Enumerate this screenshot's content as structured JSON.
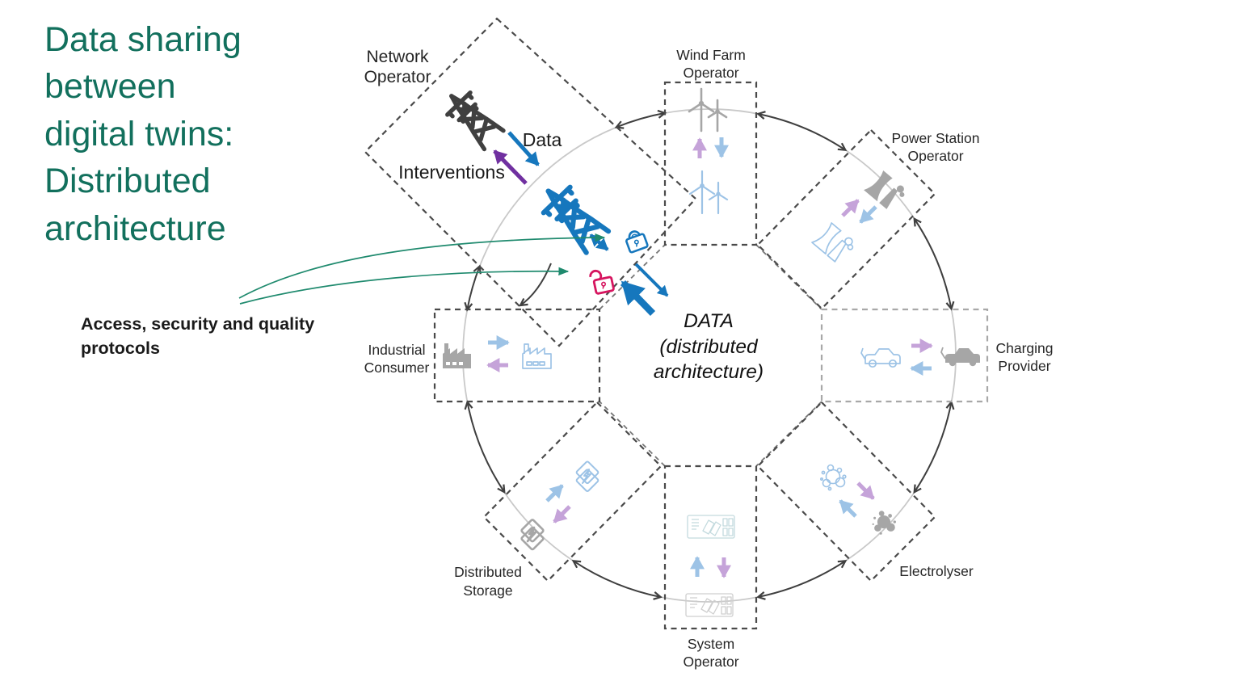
{
  "title": {
    "text": "Data sharing\nbetween\ndigital twins:\nDistributed\narchitecture"
  },
  "annotation": {
    "text": "Access, security and quality\nprotocols"
  },
  "center_label": {
    "line1": "DATA",
    "line2": "(distributed",
    "line3": "architecture)"
  },
  "network_operator": {
    "name_line1": "Network",
    "name_line2": "Operator",
    "data_label": "Data",
    "interventions_label": "Interventions"
  },
  "nodes": {
    "wind_farm_operator": {
      "line1": "Wind Farm",
      "line2": "Operator"
    },
    "power_station_operator": {
      "line1": "Power Station",
      "line2": "Operator"
    },
    "charging_provider": {
      "line1": "Charging",
      "line2": "Provider"
    },
    "electrolyser": {
      "line1": "Electrolyser"
    },
    "system_operator": {
      "line1": "System",
      "line2": "Operator"
    },
    "distributed_storage": {
      "line1": "Distributed",
      "line2": "Storage"
    },
    "industrial_consumer": {
      "line1": "Industrial",
      "line2": "Consumer"
    }
  },
  "icons": {
    "network_physical": "transmission-tower-icon",
    "network_digital": "transmission-tower-icon",
    "locks": [
      "padlock-closed-icon",
      "padlock-open-icon"
    ]
  },
  "colors": {
    "title_green": "#12705d",
    "arrow_green": "#1f8a6e",
    "accent_blue": "#1677bd",
    "accent_purple": "#7030a0",
    "accent_pink": "#d6155f",
    "digital_blue": "#9dc3e6",
    "intervention_lilac": "#c5a3d9",
    "physical_gray": "#a6a6a6",
    "ring_gray": "#c9c9c9",
    "line_dark": "#3f3f3f"
  }
}
